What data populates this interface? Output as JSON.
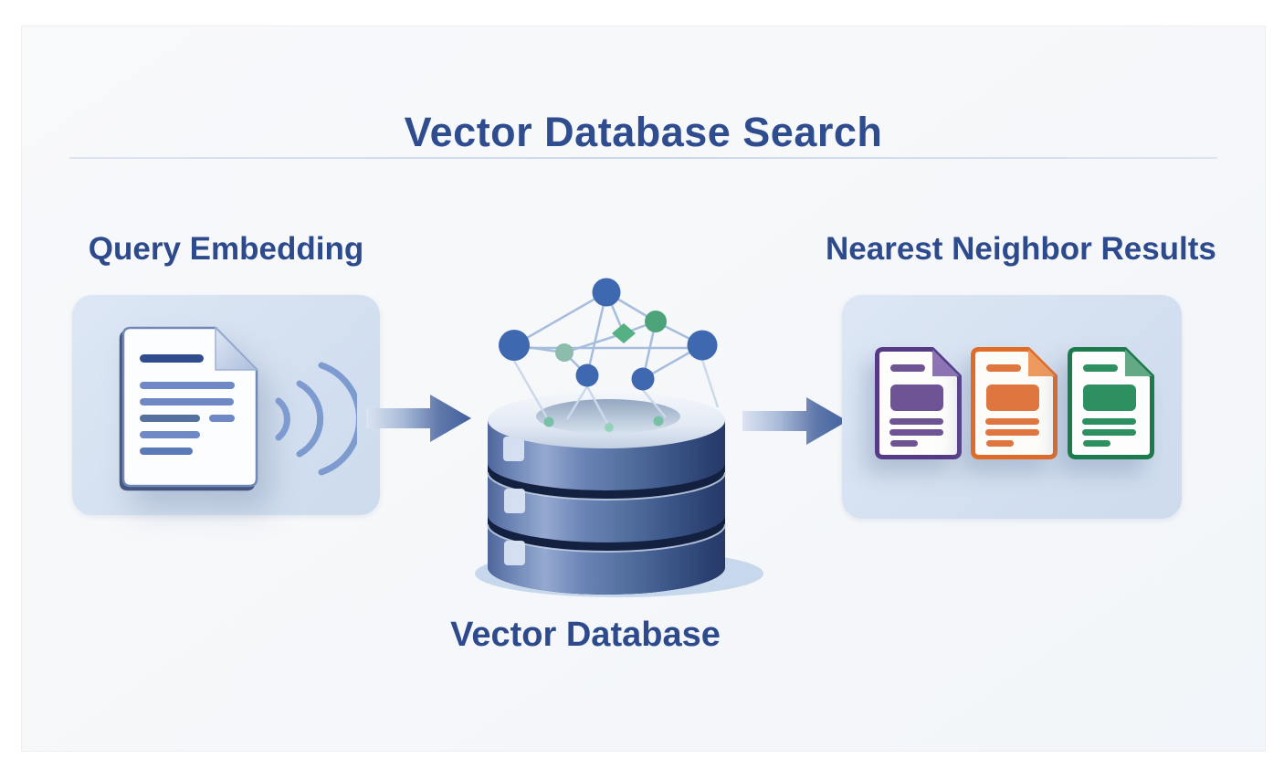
{
  "title": "Vector Database Search",
  "query_section": {
    "heading": "Query Embedding"
  },
  "database_section": {
    "label": "Vector Database"
  },
  "results_section": {
    "heading": "Nearest Neighbor Results"
  },
  "icons": {
    "query_document": "document-with-sound-waves",
    "flow_arrows": "arrow-right",
    "database": "stacked-database-cylinder-with-vector-graph",
    "results_documents": [
      "purple-document",
      "orange-document",
      "green-document"
    ]
  },
  "colors": {
    "heading_text": "#2e4c8e",
    "card_background": "#d8e3f2",
    "arrow_blue": "#41609e",
    "node_blue": "#3e68af",
    "node_green": "#4da379",
    "node_teal": "#8cbcab",
    "database_band_blue": "#53699f",
    "doc_line_blue": "#6f89c6",
    "result_purple": "#6e5494",
    "result_orange": "#e0763f",
    "result_green": "#2e8f60"
  }
}
